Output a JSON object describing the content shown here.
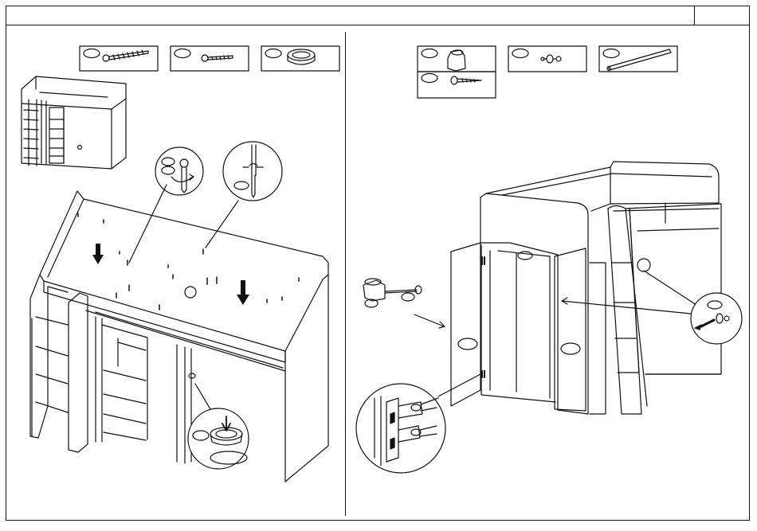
{
  "document": {
    "header_title": "",
    "page_number": ""
  },
  "left_panel": {
    "hardware": [
      "screw-long-icon",
      "screw-short-icon",
      "grommet-cap-icon"
    ],
    "hardware_qty": [
      "",
      "",
      ""
    ],
    "callouts": [
      "screw-rotate-callout",
      "screw-insert-callout",
      "grommet-insert-callout"
    ]
  },
  "right_panel": {
    "hardware": [
      "door-knob-icon",
      "wood-screw-icon",
      "hinge-pin-icon",
      "rail-rod-icon"
    ],
    "hardware_qty": [
      "",
      "",
      "",
      ""
    ],
    "callouts": [
      "hinge-detail-callout",
      "pin-insert-callout"
    ]
  },
  "colors": {
    "line": "#111111",
    "background": "#ffffff"
  }
}
